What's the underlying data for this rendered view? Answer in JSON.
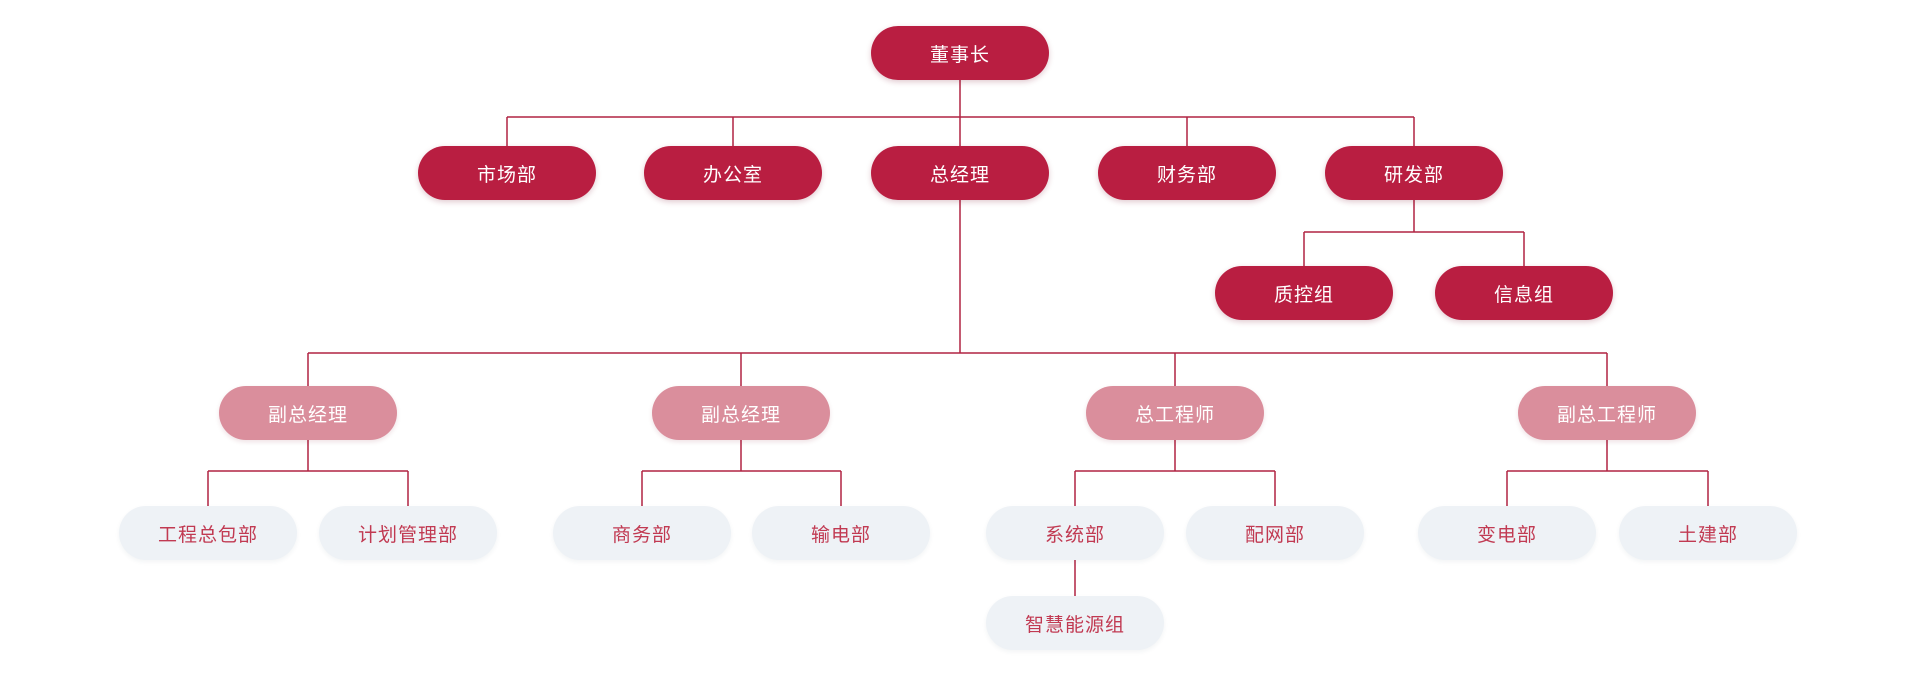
{
  "colors": {
    "primary": "#b91e41",
    "secondary": "#da8e9c",
    "tertiary_bg": "#eef2f6",
    "tertiary_text": "#c13a52",
    "connector": "#b02342"
  },
  "tree": {
    "label": "董事长",
    "children": [
      {
        "label": "市场部",
        "children": []
      },
      {
        "label": "办公室",
        "children": []
      },
      {
        "label": "总经理",
        "children": [
          {
            "label": "副总经理",
            "children": [
              {
                "label": "工程总包部",
                "children": []
              },
              {
                "label": "计划管理部",
                "children": []
              }
            ]
          },
          {
            "label": "副总经理",
            "children": [
              {
                "label": "商务部",
                "children": []
              },
              {
                "label": "输电部",
                "children": []
              }
            ]
          },
          {
            "label": "总工程师",
            "children": [
              {
                "label": "系统部",
                "children": [
                  {
                    "label": "智慧能源组",
                    "children": []
                  }
                ]
              },
              {
                "label": "配网部",
                "children": []
              }
            ]
          },
          {
            "label": "副总工程师",
            "children": [
              {
                "label": "变电部",
                "children": []
              },
              {
                "label": "土建部",
                "children": []
              }
            ]
          }
        ]
      },
      {
        "label": "财务部",
        "children": []
      },
      {
        "label": "研发部",
        "children": [
          {
            "label": "质控组",
            "children": []
          },
          {
            "label": "信息组",
            "children": []
          }
        ]
      }
    ]
  }
}
